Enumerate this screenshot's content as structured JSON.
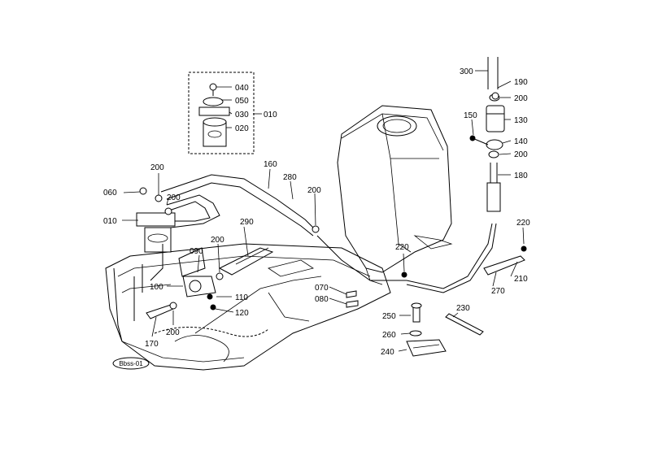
{
  "callouts": {
    "c300": "300",
    "c190": "190",
    "c200a": "200",
    "c150": "150",
    "c130": "130",
    "c140": "140",
    "c200b": "200",
    "c180": "180",
    "c220a": "220",
    "c210": "210",
    "c270": "270",
    "c220b": "220",
    "c040": "040",
    "c050": "050",
    "c030": "030",
    "c010a": "010",
    "c020": "020",
    "c160": "160",
    "c280": "280",
    "c200c": "200",
    "c200d": "200",
    "c060": "060",
    "c200e": "200",
    "c010b": "010",
    "c290": "290",
    "c200f": "200",
    "c090": "090",
    "c100": "100",
    "c110": "110",
    "c120": "120",
    "c170": "170",
    "c200g": "200",
    "c070": "070",
    "c080": "080",
    "c250": "250",
    "c230": "230",
    "c260": "260",
    "c240": "240"
  },
  "figure_code": "Bbss-01"
}
